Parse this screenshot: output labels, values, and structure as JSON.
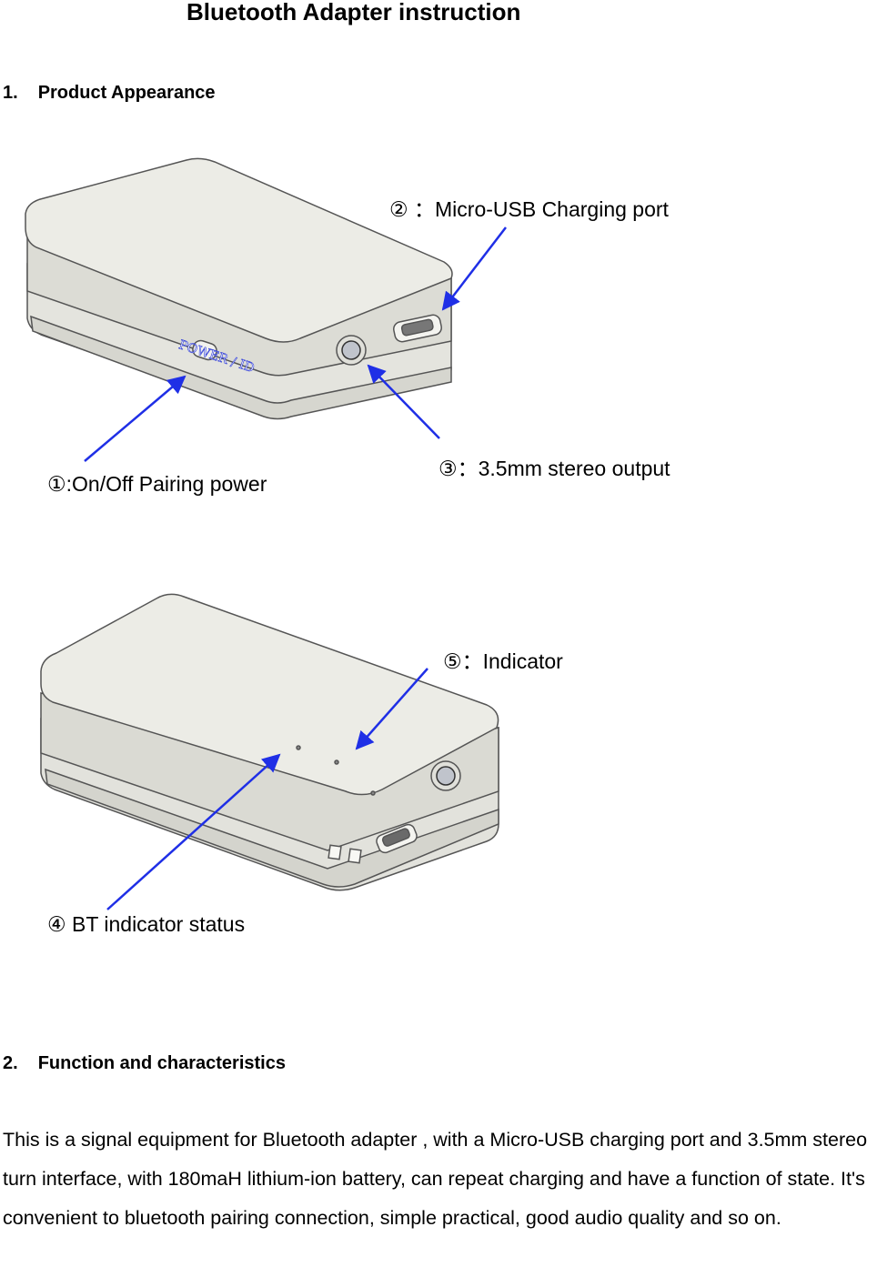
{
  "title": "Bluetooth  Adapter  instruction",
  "section1": {
    "number": "1.",
    "heading": "Product Appearance"
  },
  "figure1": {
    "button_text": "POWER / ID",
    "callouts": {
      "usb": "②  ：Micro-USB Charging port",
      "power": "①:On/Off Pairing power",
      "audio": "③：3.5mm stereo output"
    }
  },
  "figure2": {
    "callouts": {
      "indicator": "⑤：Indicator",
      "bt_status": "④ BT indicator status"
    }
  },
  "section2": {
    "number": "2.",
    "heading": "Function and characteristics"
  },
  "description": "This  is a signal equipment for Bluetooth  adapter , with a Micro-USB charging  port and 3.5mm stereo turn interface, with 180maH lithium-ion battery, can repeat charging and have a function of state. It's convenient to bluetooth pairing  connection, simple practical, good audio quality and so on.",
  "colors": {
    "arrow": "#1f2fe6",
    "device": "#e9e9e3",
    "device_shade": "#d8d8d1"
  }
}
